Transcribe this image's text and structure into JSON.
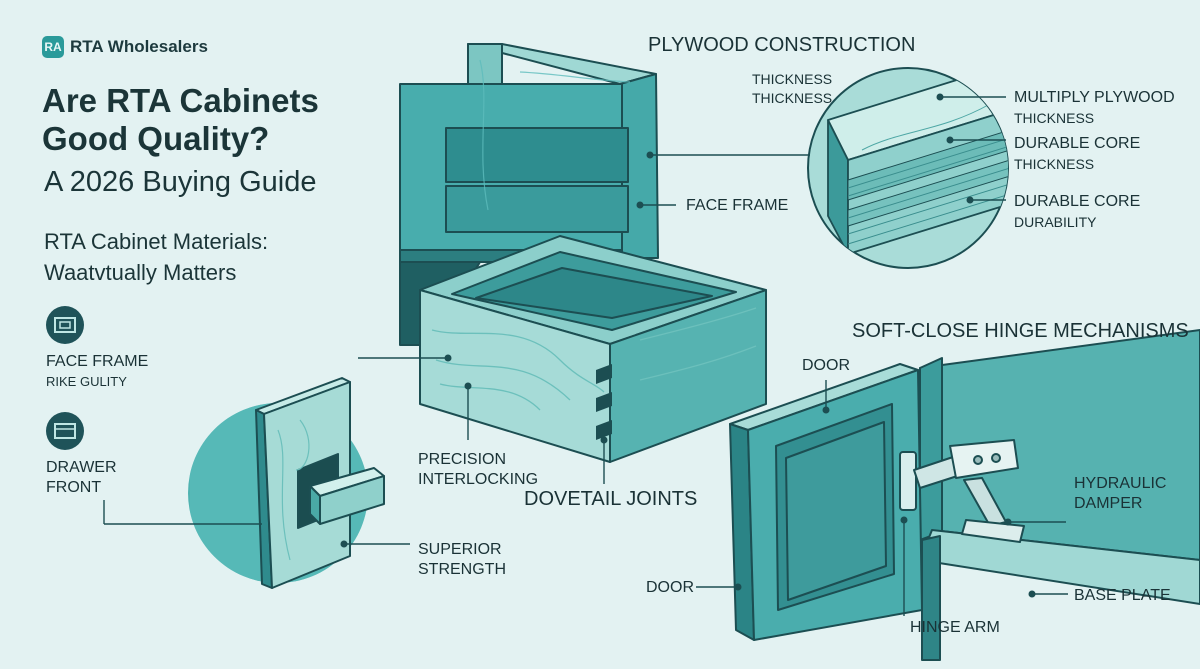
{
  "brand": {
    "logo_text": "RA",
    "name": "RTA Wholesalers"
  },
  "title_line1": "Are RTA Cabinets",
  "title_line2": "Good Quality?",
  "subtitle": "A 2026 Buying Guide",
  "section_title_line1": "RTA Cabinet Materials:",
  "section_title_line2": "Waatvtually Matters",
  "features": [
    {
      "icon": "face-frame-icon",
      "line1": "FACE FRAME",
      "line2": "RIKE GULITY"
    },
    {
      "icon": "drawer-front-icon",
      "line1": "DRAWER",
      "line2": "FRONT"
    }
  ],
  "plywood": {
    "heading": "PLYWOOD CONSTRUCTION",
    "thickness_1": "THICKNESS",
    "thickness_2": "THICKNESS",
    "multiply_title": "MULTIPLY PLYWOOD",
    "multiply_sub": "THICKNESS",
    "core1_title": "DURABLE CORE",
    "core1_sub": "THICKNESS",
    "core2_title": "DURABLE CORE",
    "core2_sub": "DURABILITY"
  },
  "face_frame_label": "FACE FRAME",
  "drawer": {
    "precision_1": "PRECISION",
    "precision_2": "INTERLOCKING",
    "dovetail": "DOVETAIL JOINTS"
  },
  "joint": {
    "superior_1": "SUPERIOR",
    "superior_2": "STRENGTH"
  },
  "hinge": {
    "heading": "SOFT-CLOSE HINGE MECHANISMS",
    "door_top": "DOOR",
    "door_bottom": "DOOR",
    "hydraulic_1": "HYDRAULIC",
    "hydraulic_2": "DAMPER",
    "base_plate": "BASE PLATE",
    "hinge_arm": "HINGE ARM"
  },
  "colors": {
    "background": "#e3f2f2",
    "teal": "#3aa6a6",
    "teal_dark": "#237e80",
    "wood_light": "#a4dad6",
    "ink": "#1b3538"
  }
}
